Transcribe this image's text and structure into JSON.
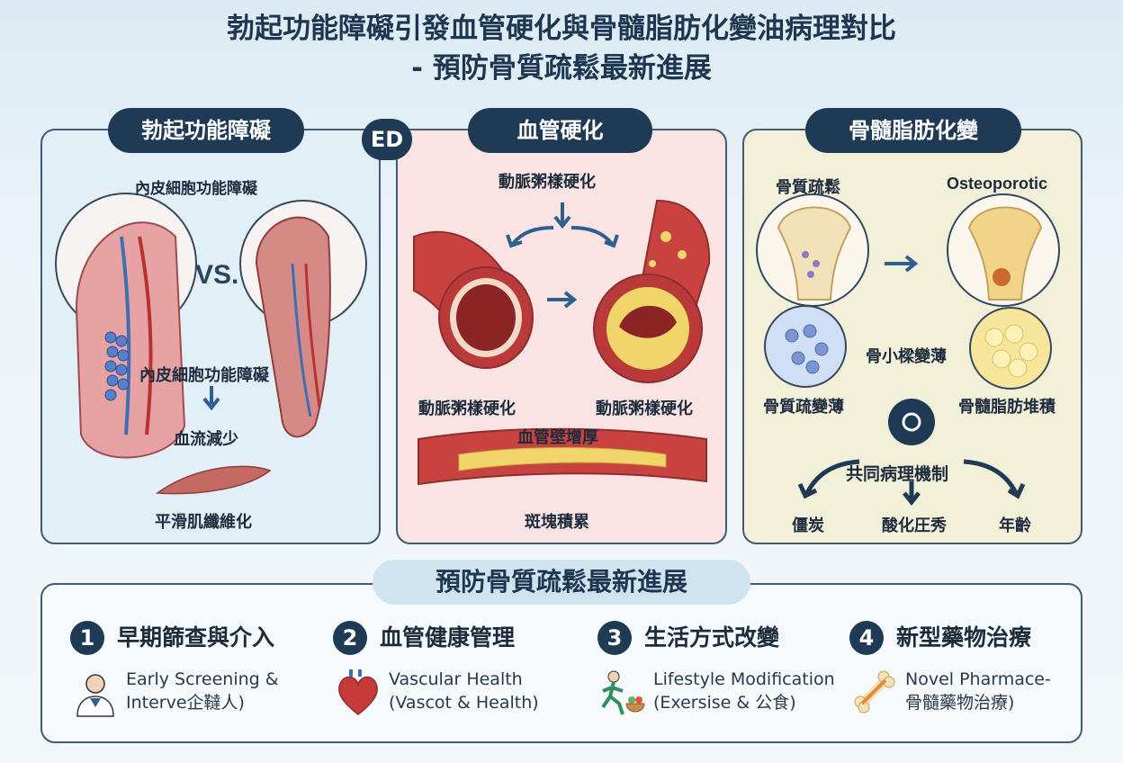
{
  "title": {
    "line1": "勃起功能障礙引發血管硬化與骨髓脂肪化變油病理對比",
    "line2": "- 預防骨質疏鬆最新進展"
  },
  "panel_ed": {
    "heading": "勃起功能障礙",
    "badge": "ED",
    "label_top": "內皮細胞功能障礙",
    "vs": "VS.",
    "label_mid": "內皮細胞功能障礙",
    "label_flow": "血流減少",
    "label_fibrosis": "平滑肌纖維化"
  },
  "panel_vessel": {
    "heading": "血管硬化",
    "label_top": "動脈粥樣硬化",
    "label_left": "動脈粥樣硬化",
    "label_right": "動脈粥樣硬化",
    "label_wall": "血管壁增厚",
    "label_plaque": "斑塊積累"
  },
  "panel_marrow": {
    "heading": "骨髓脂肪化變",
    "label_left": "骨質疏鬆",
    "label_right": "Osteoporotic",
    "label_trabecula": "骨小樑變薄",
    "label_thinning": "骨質疏變薄",
    "label_fat": "骨髓脂肪堆積",
    "mechanism": "共同病理機制",
    "cause_1": "僵炭",
    "cause_2": "酸化圧秀",
    "cause_3": "年齡"
  },
  "prevention": {
    "heading": "預防骨質疏鬆最新進展",
    "items": [
      {
        "num": "1",
        "title": "早期篩查與介入",
        "desc1": "Early Screening &",
        "desc2": "Interve企韃人)",
        "icon": "doctor-icon"
      },
      {
        "num": "2",
        "title": "血管健康管理",
        "desc1": "Vascular Health",
        "desc2": "(Vascot & Health)",
        "icon": "heart-icon"
      },
      {
        "num": "3",
        "title": "生活方式改變",
        "desc1": "Lifestyle Modification",
        "desc2": "(Exersise & 公食)",
        "icon": "runner-icon"
      },
      {
        "num": "4",
        "title": "新型藥物治療",
        "desc1": "Novel Pharmace-",
        "desc2": "骨髓藥物治療)",
        "icon": "bone-icon"
      }
    ]
  },
  "colors": {
    "navy": "#1f3a55",
    "vessel_red": "#b8322f",
    "plaque_yellow": "#f0d668",
    "bone_cream": "#f3e2b8"
  }
}
